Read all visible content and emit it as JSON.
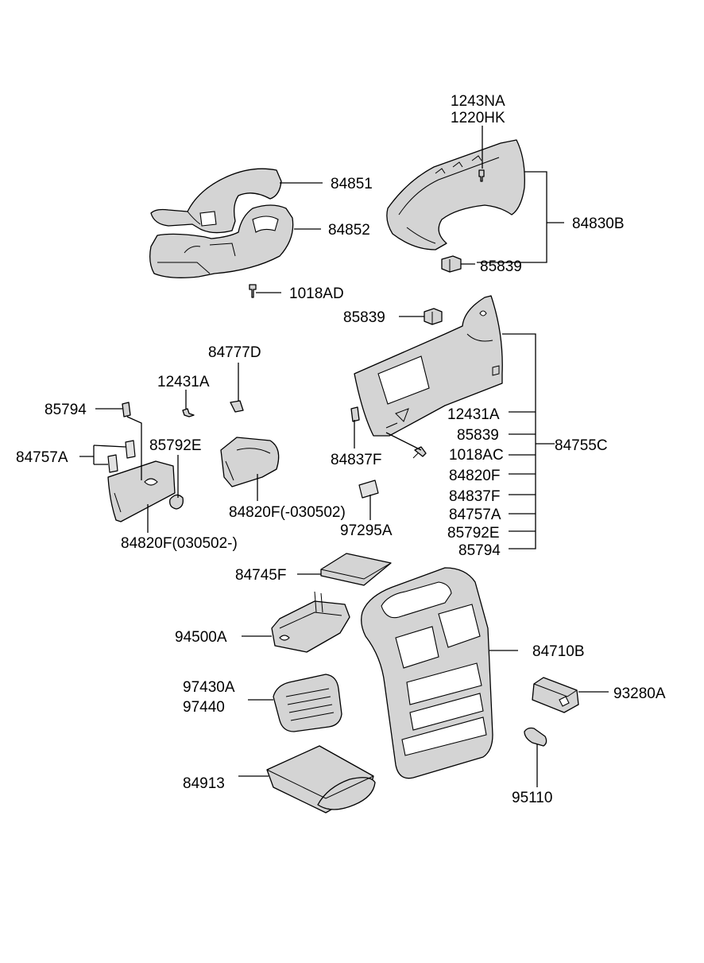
{
  "labels": {
    "l_1243NA": "1243NA",
    "l_1220HK": "1220HK",
    "l_84851": "84851",
    "l_84852": "84852",
    "l_84830B": "84830B",
    "l_85839_top": "85839",
    "l_1018AD": "1018AD",
    "l_85839_mid": "85839",
    "l_84777D": "84777D",
    "l_12431A_left": "12431A",
    "l_85794_left": "85794",
    "l_84757A_left": "84757A",
    "l_85792E_left": "85792E",
    "l_84820F_030502_after": "84820F(030502-)",
    "l_84820F_030502_before": "84820F(-030502)",
    "l_97295A": "97295A",
    "l_84837F_left": "84837F",
    "l_12431A_right": "12431A",
    "l_85839_right": "85839",
    "l_1018AC": "1018AC",
    "l_84755C": "84755C",
    "l_84820F_right": "84820F",
    "l_84837F_right": "84837F",
    "l_84757A_right": "84757A",
    "l_85792E_right": "85792E",
    "l_85794_right": "85794",
    "l_84745F": "84745F",
    "l_94500A": "94500A",
    "l_84710B": "84710B",
    "l_97430A": "97430A",
    "l_97440": "97440",
    "l_93280A": "93280A",
    "l_84913": "84913",
    "l_95110": "95110"
  }
}
